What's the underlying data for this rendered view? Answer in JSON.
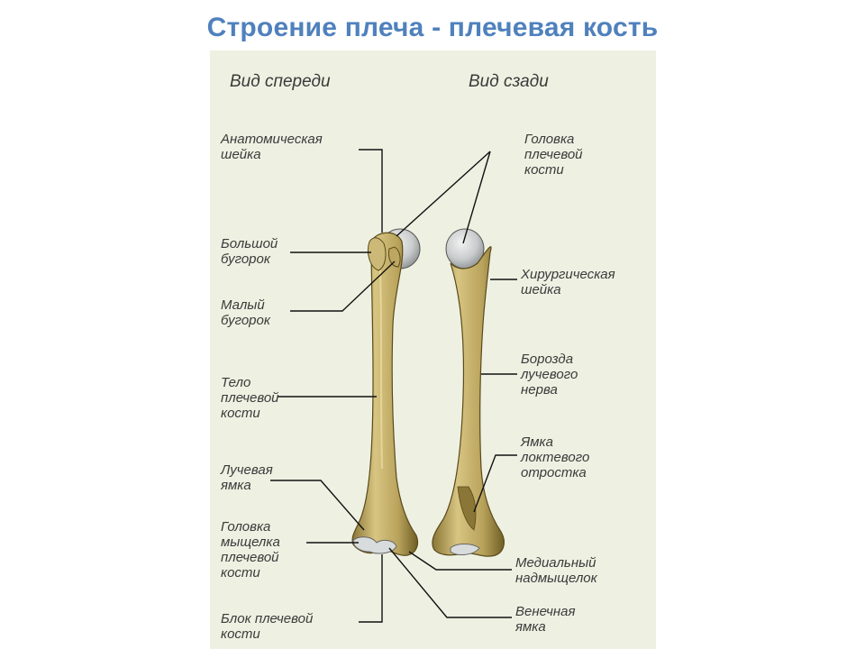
{
  "title": "Строение плеча - плечевая кость",
  "views": {
    "front": "Вид спереди",
    "back": "Вид сзади"
  },
  "labels_left": {
    "anatomical_neck": "Анатомическая\nшейка",
    "greater_tubercle": "Большой\nбугорок",
    "lesser_tubercle": "Малый\nбугорок",
    "body": "Тело\nплечевой\nкости",
    "radial_fossa": "Лучевая\nямка",
    "capitulum": "Головка\nмыщелка\nплечевой\nкости",
    "trochlea": "Блок плечевой\nкости"
  },
  "labels_right": {
    "head": "Головка\nплечевой\nкости",
    "surgical_neck": "Хирургическая\nшейка",
    "radial_groove": "Борозда\nлучевого\nнерва",
    "olecranon_fossa": "Ямка\nлоктевого\nотростка",
    "medial_epicondyle": "Медиальный\nнадмыщелок",
    "coronoid_fossa": "Венечная\nямка"
  },
  "colors": {
    "title": "#4f81bd",
    "panel": "#eef1e2",
    "bone_fill": "#c9b46f",
    "bone_shadow": "#7d6a2e",
    "cartilage": "#d9dcdc",
    "line": "#111111"
  }
}
